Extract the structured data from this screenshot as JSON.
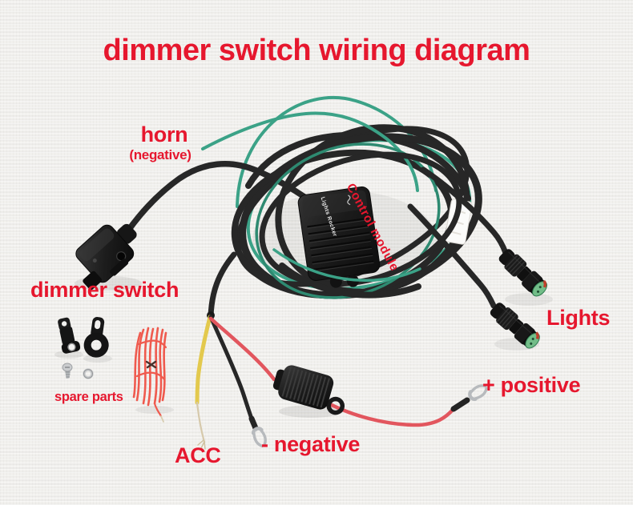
{
  "title": "dimmer switch wiring diagram",
  "labels": {
    "horn": "horn",
    "horn_note": "(negative)",
    "control_module": "Control module",
    "dimmer_switch": "dimmer switch",
    "spare_parts": "spare parts",
    "lights": "Lights",
    "positive": "+ positive",
    "negative": "- negative",
    "acc": "ACC"
  },
  "module": {
    "printed_text": "Lights Rocker"
  },
  "colors": {
    "background": "#f2f1ee",
    "label_red": "#e6172e",
    "wire_black": "#272727",
    "wire_teal": "#3ba287",
    "wire_teal_dark": "#2e8a71",
    "wire_red": "#e2565e",
    "wire_yellow": "#e3c94d",
    "spare_wire_red": "#ef5a4e",
    "connector_green": "#72bd88",
    "connector_band": "#bf3f2b",
    "metal": "#b7babd"
  }
}
